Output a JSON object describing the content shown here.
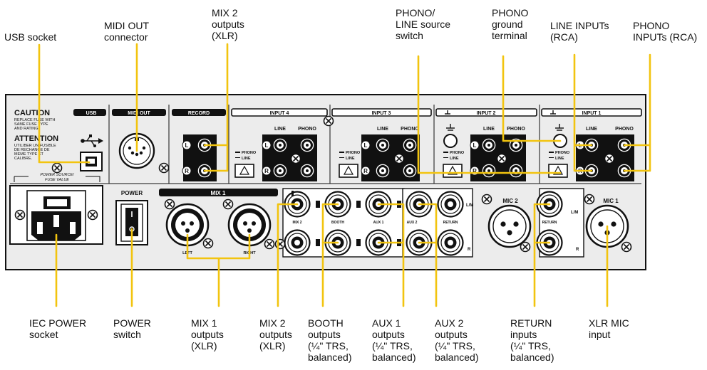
{
  "callouts": {
    "usb_socket": [
      "USB socket"
    ],
    "midi_out": [
      "MIDI OUT",
      "connector"
    ],
    "mix2_top": [
      "MIX 2",
      "outputs",
      "(XLR)"
    ],
    "phono_line_switch": [
      "PHONO/",
      "LINE source",
      "switch"
    ],
    "phono_ground": [
      "PHONO",
      "ground",
      "terminal"
    ],
    "line_inputs": [
      "LINE INPUTs",
      "(RCA)"
    ],
    "phono_inputs": [
      "PHONO",
      "INPUTs (RCA)"
    ],
    "iec_power": [
      "IEC POWER",
      "socket"
    ],
    "power_switch": [
      "POWER",
      "switch"
    ],
    "mix1_outputs": [
      "MIX 1",
      "outputs",
      "(XLR)"
    ],
    "mix2_bottom": [
      "MIX 2",
      "outputs",
      "(XLR)"
    ],
    "booth_outputs": [
      "BOOTH",
      "outputs",
      "(¼\" TRS,",
      "balanced)"
    ],
    "aux1_outputs": [
      "AUX 1",
      "outputs",
      "(¼\" TRS,",
      "balanced)"
    ],
    "aux2_outputs": [
      "AUX 2",
      "outputs",
      "(¼\" TRS,",
      "balanced)"
    ],
    "return_inputs": [
      "RETURN",
      "inputs",
      "(¼\" TRS,",
      "balanced)"
    ],
    "xlr_mic": [
      "XLR MIC",
      "input"
    ]
  },
  "panel": {
    "caution_title": "CAUTION",
    "caution_text": [
      "REPLACE FUSE WITH",
      "SAME FUSE TYPE",
      "AND RATING."
    ],
    "attention_title": "ATTENTION",
    "attention_text": [
      "UTILIBER UN FUSIBLE",
      "DE RECHANGE DE",
      "MEME TYPE ET",
      "CALIBRE."
    ],
    "power_source_text": [
      "POWER SOURCE/",
      "FUSE VALUE"
    ],
    "headers": {
      "usb": "USB",
      "midi_out": "MIDI OUT",
      "record": "RECORD",
      "input4": "INPUT 4",
      "input3": "INPUT 3",
      "input2": "INPUT 2",
      "input1": "INPUT 1",
      "power": "POWER",
      "mix1": "MIX 1",
      "mic2": "MIC 2",
      "mic1": "MIC 1"
    },
    "jack_labels": {
      "line": "LINE",
      "phono": "PHONO",
      "l": "L",
      "r": "R",
      "lm": "L/M",
      "mix2": "MIX 2",
      "booth": "BOOTH",
      "aux1": "AUX 1",
      "aux2": "AUX 2",
      "return": "RETURN",
      "left": "LEFT",
      "right": "RIGHT",
      "switch_phono": "PHONO",
      "switch_line": "LINE"
    }
  },
  "colors": {
    "callout_line": "#f2c40f",
    "panel_face": "#ececec",
    "panel_stroke": "#111111"
  }
}
